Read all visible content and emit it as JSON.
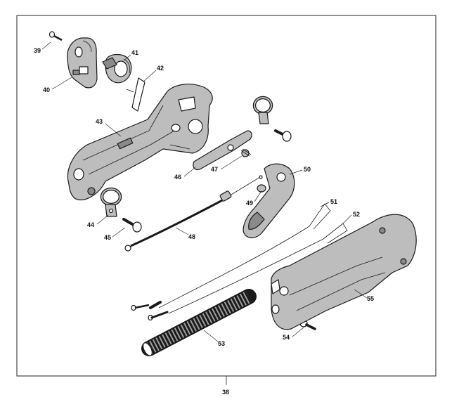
{
  "diagram": {
    "assembly_label": "38",
    "part_labels": [
      "39",
      "40",
      "41",
      "42",
      "43",
      "44",
      "45",
      "46",
      "47",
      "48",
      "49",
      "50",
      "51",
      "52",
      "53",
      "54",
      "55"
    ]
  }
}
